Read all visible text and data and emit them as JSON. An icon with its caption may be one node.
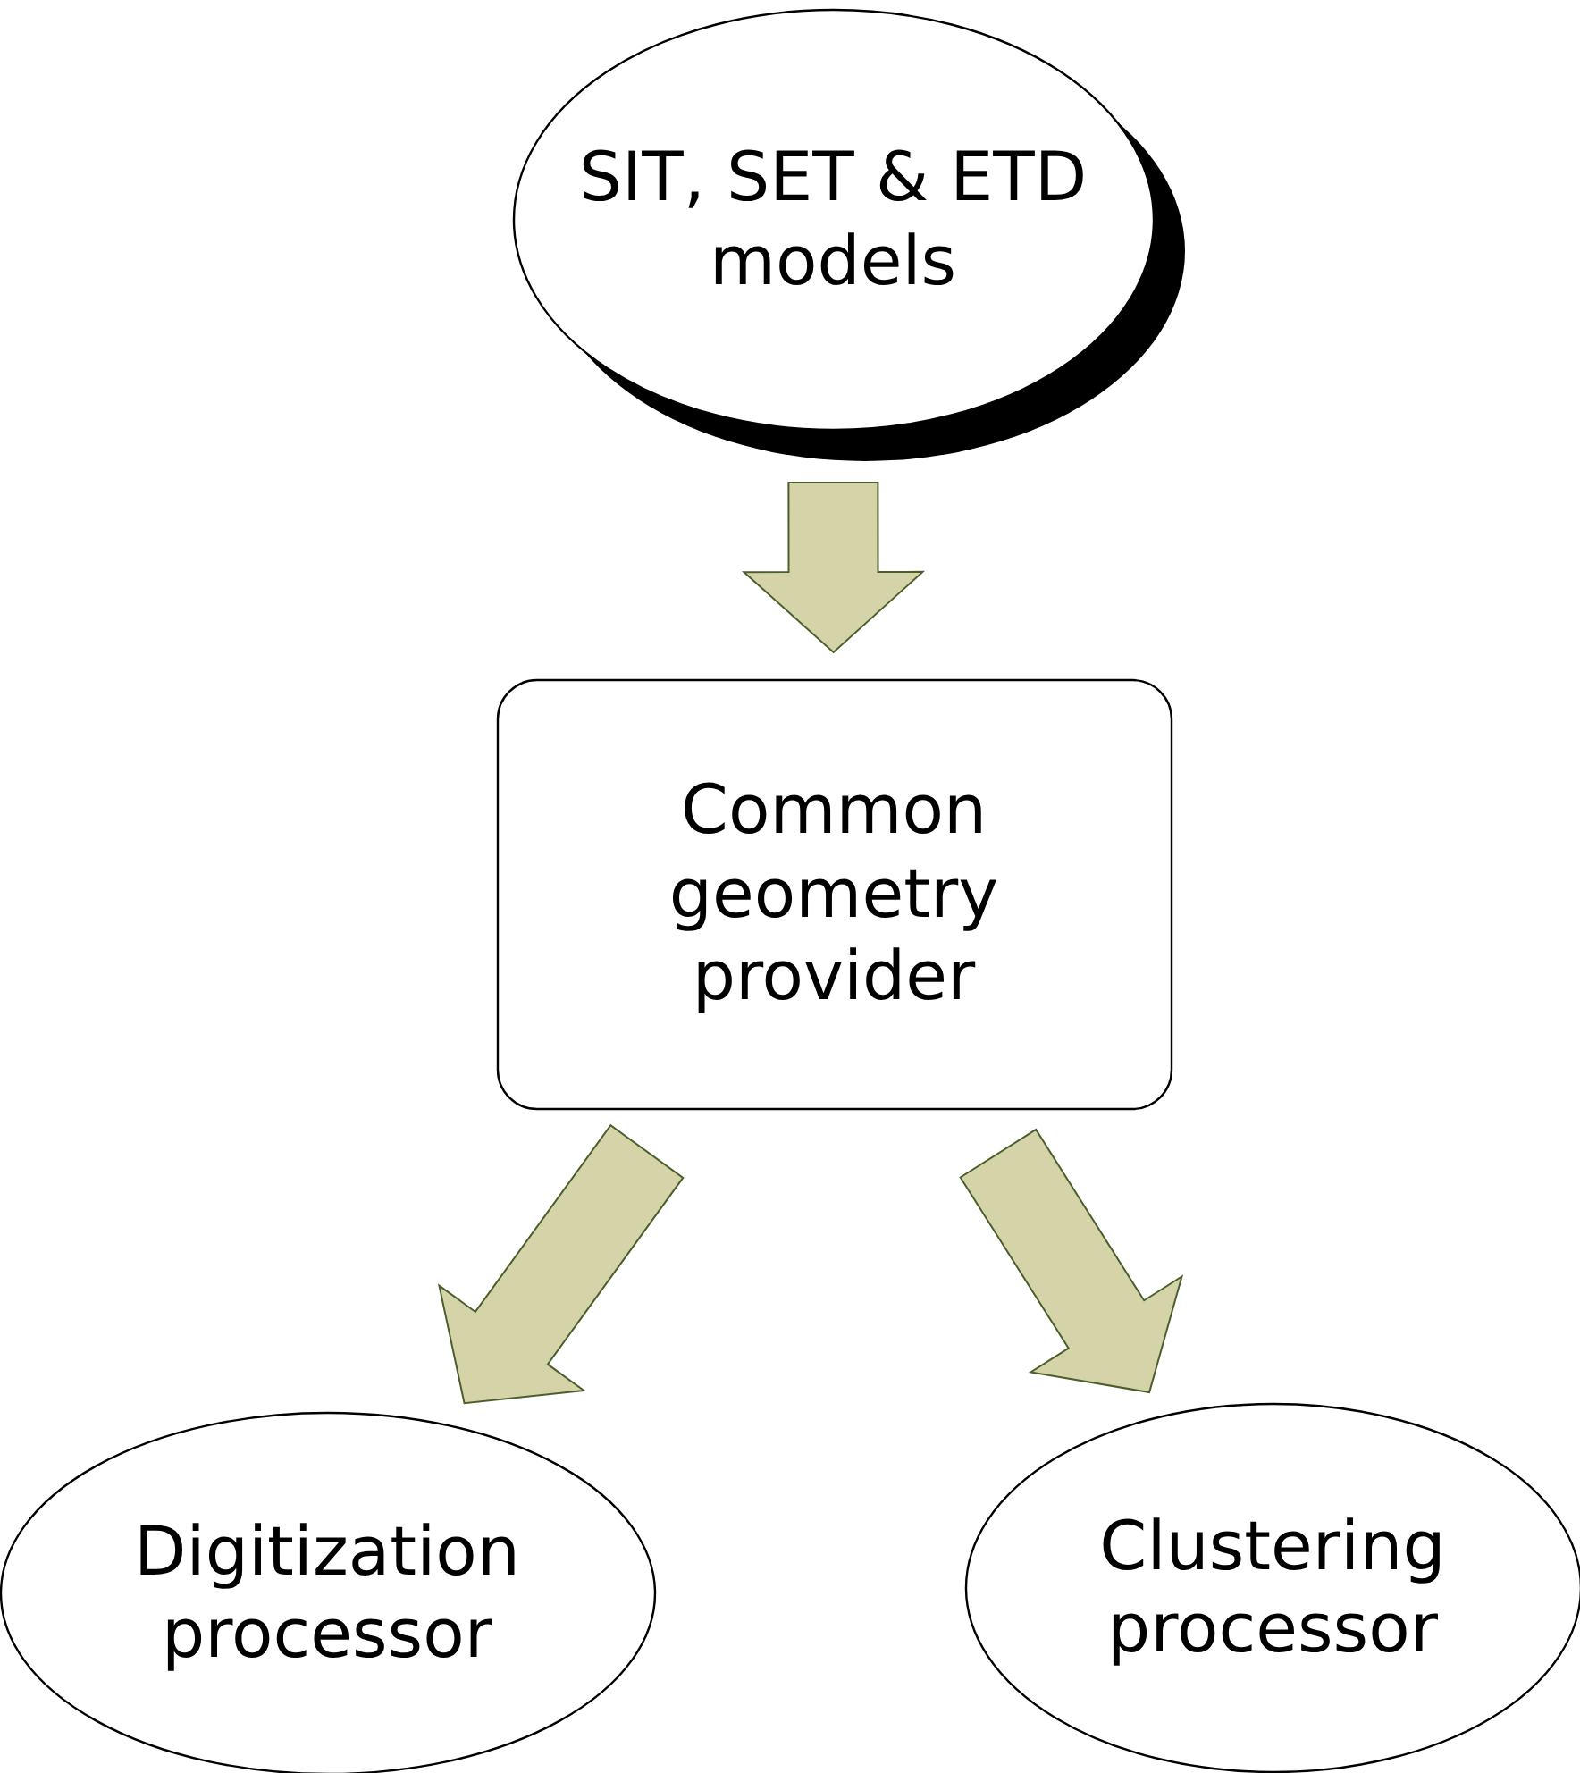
{
  "diagram": {
    "nodes": [
      {
        "text": [
          "SIT, SET & ETD models"
        ]
      },
      {
        "text": [
          "Common geometry provider"
        ]
      },
      {
        "text": [
          "Digitization processor"
        ]
      },
      {
        "text": [
          "Clustering processor"
        ]
      }
    ],
    "edges": [
      {
        "from": 0,
        "to": 1,
        "arrow": "to"
      },
      {
        "from": 1,
        "to": 2,
        "arrow": "to"
      },
      {
        "from": 1,
        "to": 3,
        "arrow": "to"
      }
    ]
  }
}
